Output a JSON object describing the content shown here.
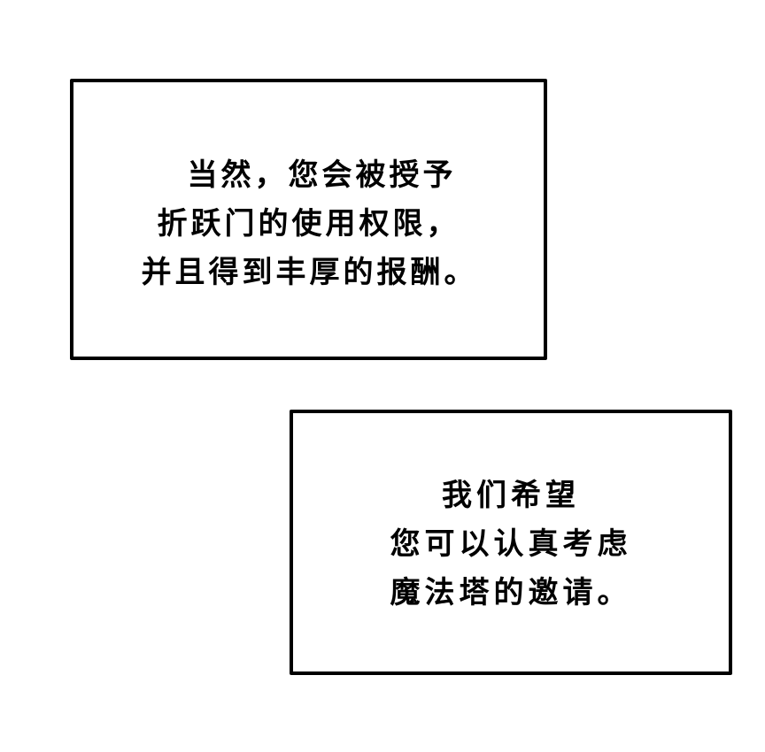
{
  "panels": [
    {
      "lines": [
        "当然，您会被授予",
        "折跃门的使用权限，",
        "并且得到丰厚的报酬。"
      ]
    },
    {
      "lines": [
        "我们希望",
        "您可以认真考虑",
        "魔法塔的邀请。"
      ]
    }
  ],
  "colors": {
    "background": "#ffffff",
    "border": "#000000",
    "text": "#000000"
  }
}
